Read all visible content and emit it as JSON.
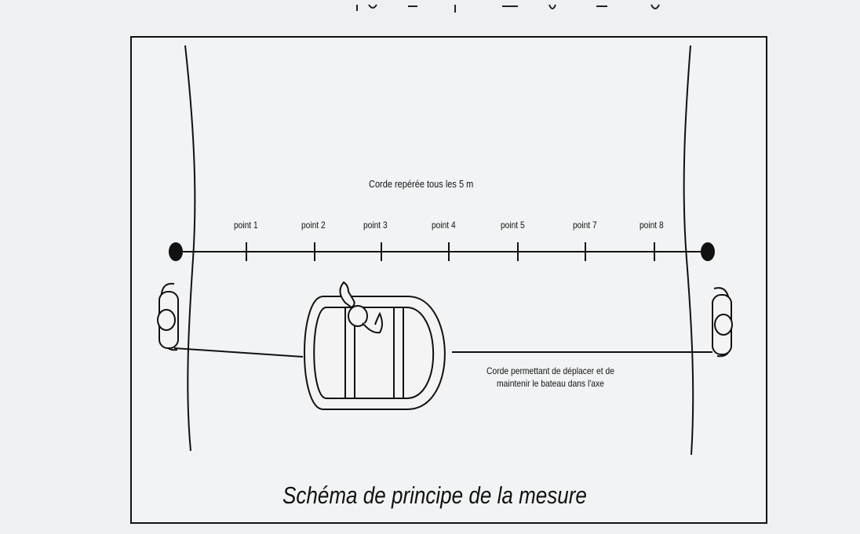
{
  "rope_note": "Corde repérée tous  les  5 m",
  "points": [
    "point 1",
    "point 2",
    "point 3",
    "point 4",
    "point 5",
    "point 7",
    "point 8"
  ],
  "boat_rope_note_line1": "Corde permettant de déplacer et de",
  "boat_rope_note_line2": "maintenir le bateau dans l'axe",
  "caption": "Schéma de principe de la mesure",
  "colors": {
    "ink": "#111111",
    "paper": "#f2f3f4",
    "background": "#eef0f2"
  },
  "icons": [
    "anchor-post-left",
    "anchor-post-right",
    "person-left-bank",
    "person-right-bank",
    "boat-icon",
    "person-in-boat"
  ]
}
